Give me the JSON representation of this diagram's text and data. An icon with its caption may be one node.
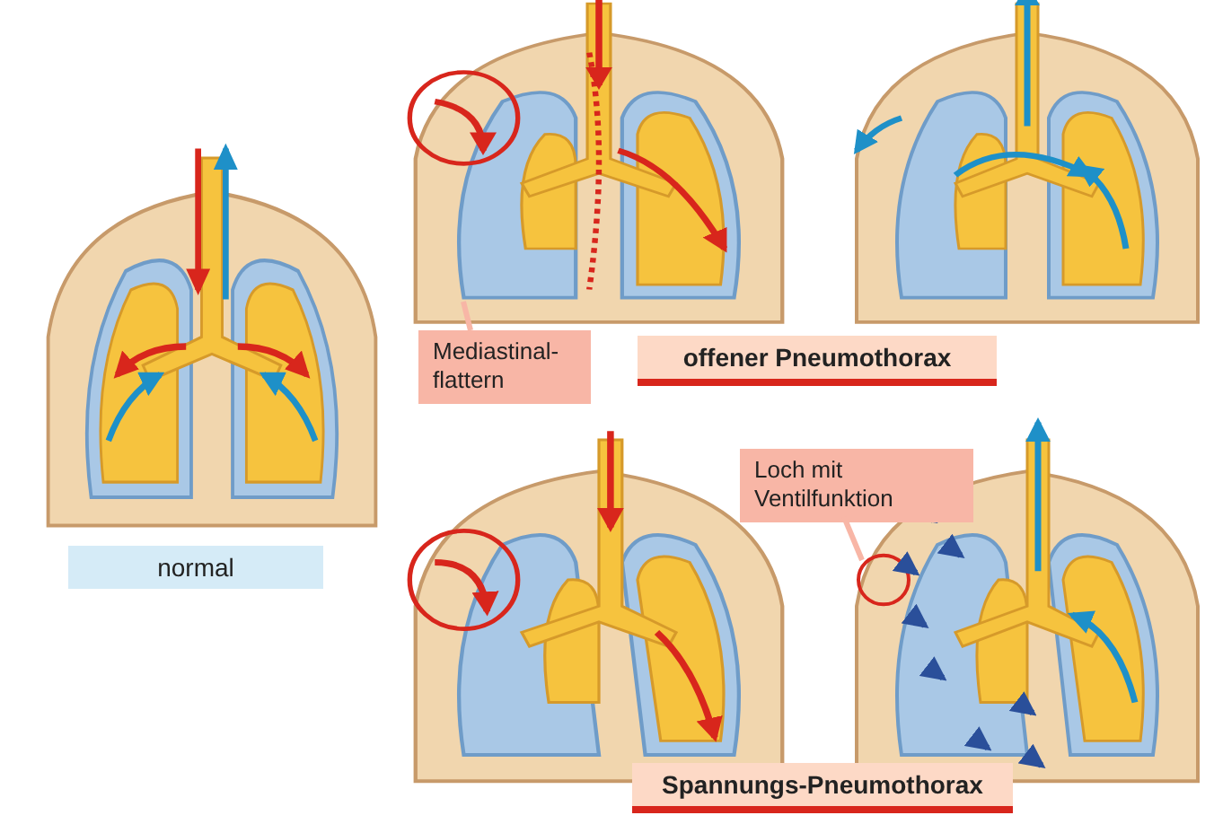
{
  "diagram": {
    "nodes": [
      {
        "text": [
          "Mediastinal- flattern"
        ]
      },
      {
        "text": [
          "Loch mit Ventilfunktion"
        ]
      }
    ],
    "edges": [
      {
        "from": 0,
        "to": null,
        "arrow": "none"
      },
      {
        "from": 1,
        "to": null,
        "arrow": "none"
      }
    ],
    "labels": [
      "normal",
      "offener Pneumothorax",
      "Spannungs-Pneumothorax"
    ]
  }
}
